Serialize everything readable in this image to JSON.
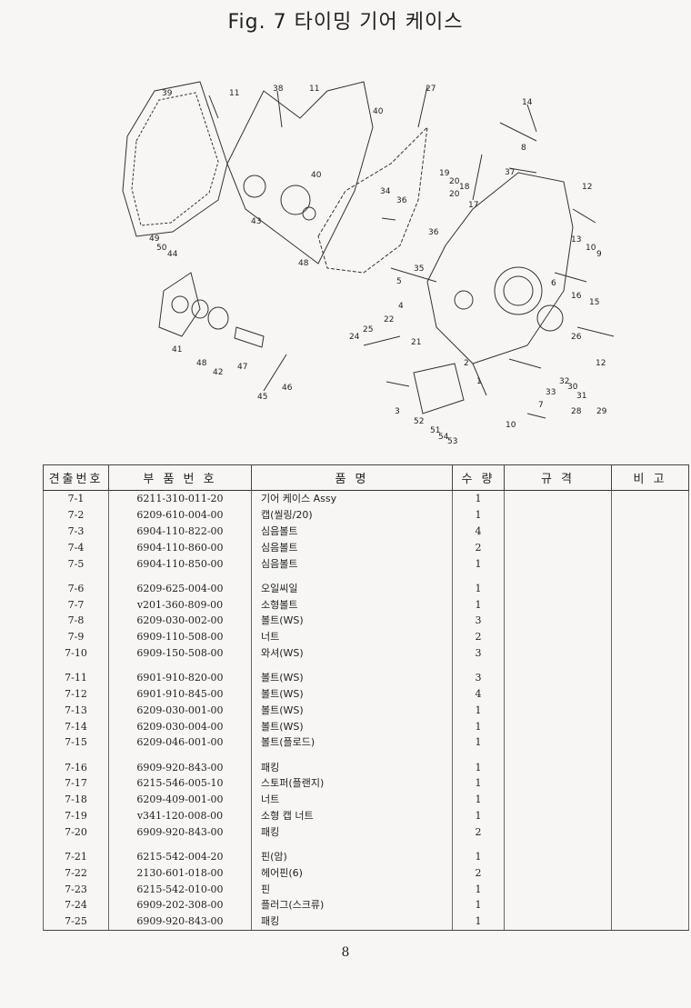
{
  "figure": {
    "title": "Fig. 7  타이밍 기어 케이스"
  },
  "callouts": [
    "39",
    "11",
    "38",
    "11",
    "27",
    "14",
    "40",
    "8",
    "37",
    "40",
    "19",
    "20",
    "18",
    "20",
    "17",
    "12",
    "34",
    "36",
    "43",
    "36",
    "13",
    "10",
    "9",
    "49",
    "50",
    "44",
    "48",
    "35",
    "5",
    "4",
    "6",
    "16",
    "15",
    "22",
    "25",
    "24",
    "21",
    "3",
    "2",
    "1",
    "33",
    "32",
    "30",
    "31",
    "28",
    "29",
    "26",
    "12",
    "7",
    "10",
    "41",
    "46",
    "42",
    "47",
    "45",
    "48",
    "52",
    "51",
    "54",
    "53"
  ],
  "table": {
    "headers": [
      "견출번호",
      "부 품 번 호",
      "품          명",
      "수 량",
      "규 격",
      "비 고"
    ],
    "groups": [
      [
        {
          "no": "7-1",
          "pn": "6211-310-011-20",
          "name": "기어 케이스 Assy",
          "qty": "1"
        },
        {
          "no": "7-2",
          "pn": "6209-610-004-00",
          "name": "캡(씰링/20)",
          "qty": "1"
        },
        {
          "no": "7-3",
          "pn": "6904-110-822-00",
          "name": "심음볼트",
          "qty": "4"
        },
        {
          "no": "7-4",
          "pn": "6904-110-860-00",
          "name": "심음볼트",
          "qty": "2"
        },
        {
          "no": "7-5",
          "pn": "6904-110-850-00",
          "name": "심음볼트",
          "qty": "1"
        }
      ],
      [
        {
          "no": "7-6",
          "pn": "6209-625-004-00",
          "name": "오일씨일",
          "qty": "1"
        },
        {
          "no": "7-7",
          "pn": "v201-360-809-00",
          "name": "소형볼트",
          "qty": "1"
        },
        {
          "no": "7-8",
          "pn": "6209-030-002-00",
          "name": "볼트(WS)",
          "qty": "3"
        },
        {
          "no": "7-9",
          "pn": "6909-110-508-00",
          "name": "너트",
          "qty": "2"
        },
        {
          "no": "7-10",
          "pn": "6909-150-508-00",
          "name": "와셔(WS)",
          "qty": "3"
        }
      ],
      [
        {
          "no": "7-11",
          "pn": "6901-910-820-00",
          "name": "볼트(WS)",
          "qty": "3"
        },
        {
          "no": "7-12",
          "pn": "6901-910-845-00",
          "name": "볼트(WS)",
          "qty": "4"
        },
        {
          "no": "7-13",
          "pn": "6209-030-001-00",
          "name": "볼트(WS)",
          "qty": "1"
        },
        {
          "no": "7-14",
          "pn": "6209-030-004-00",
          "name": "볼트(WS)",
          "qty": "1"
        },
        {
          "no": "7-15",
          "pn": "6209-046-001-00",
          "name": "볼트(플로드)",
          "qty": "1"
        }
      ],
      [
        {
          "no": "7-16",
          "pn": "6909-920-843-00",
          "name": "패킹",
          "qty": "1"
        },
        {
          "no": "7-17",
          "pn": "6215-546-005-10",
          "name": "스토퍼(플랜지)",
          "qty": "1"
        },
        {
          "no": "7-18",
          "pn": "6209-409-001-00",
          "name": "너트",
          "qty": "1"
        },
        {
          "no": "7-19",
          "pn": "v341-120-008-00",
          "name": "소형 캡 너트",
          "qty": "1"
        },
        {
          "no": "7-20",
          "pn": "6909-920-843-00",
          "name": "패킹",
          "qty": "2"
        }
      ],
      [
        {
          "no": "7-21",
          "pn": "6215-542-004-20",
          "name": "핀(암)",
          "qty": "1"
        },
        {
          "no": "7-22",
          "pn": "2130-601-018-00",
          "name": "헤어핀(6)",
          "qty": "2"
        },
        {
          "no": "7-23",
          "pn": "6215-542-010-00",
          "name": "핀",
          "qty": "1"
        },
        {
          "no": "7-24",
          "pn": "6909-202-308-00",
          "name": "플러그(스크류)",
          "qty": "1"
        },
        {
          "no": "7-25",
          "pn": "6909-920-843-00",
          "name": "패킹",
          "qty": "1"
        }
      ]
    ]
  },
  "page_number": "8"
}
